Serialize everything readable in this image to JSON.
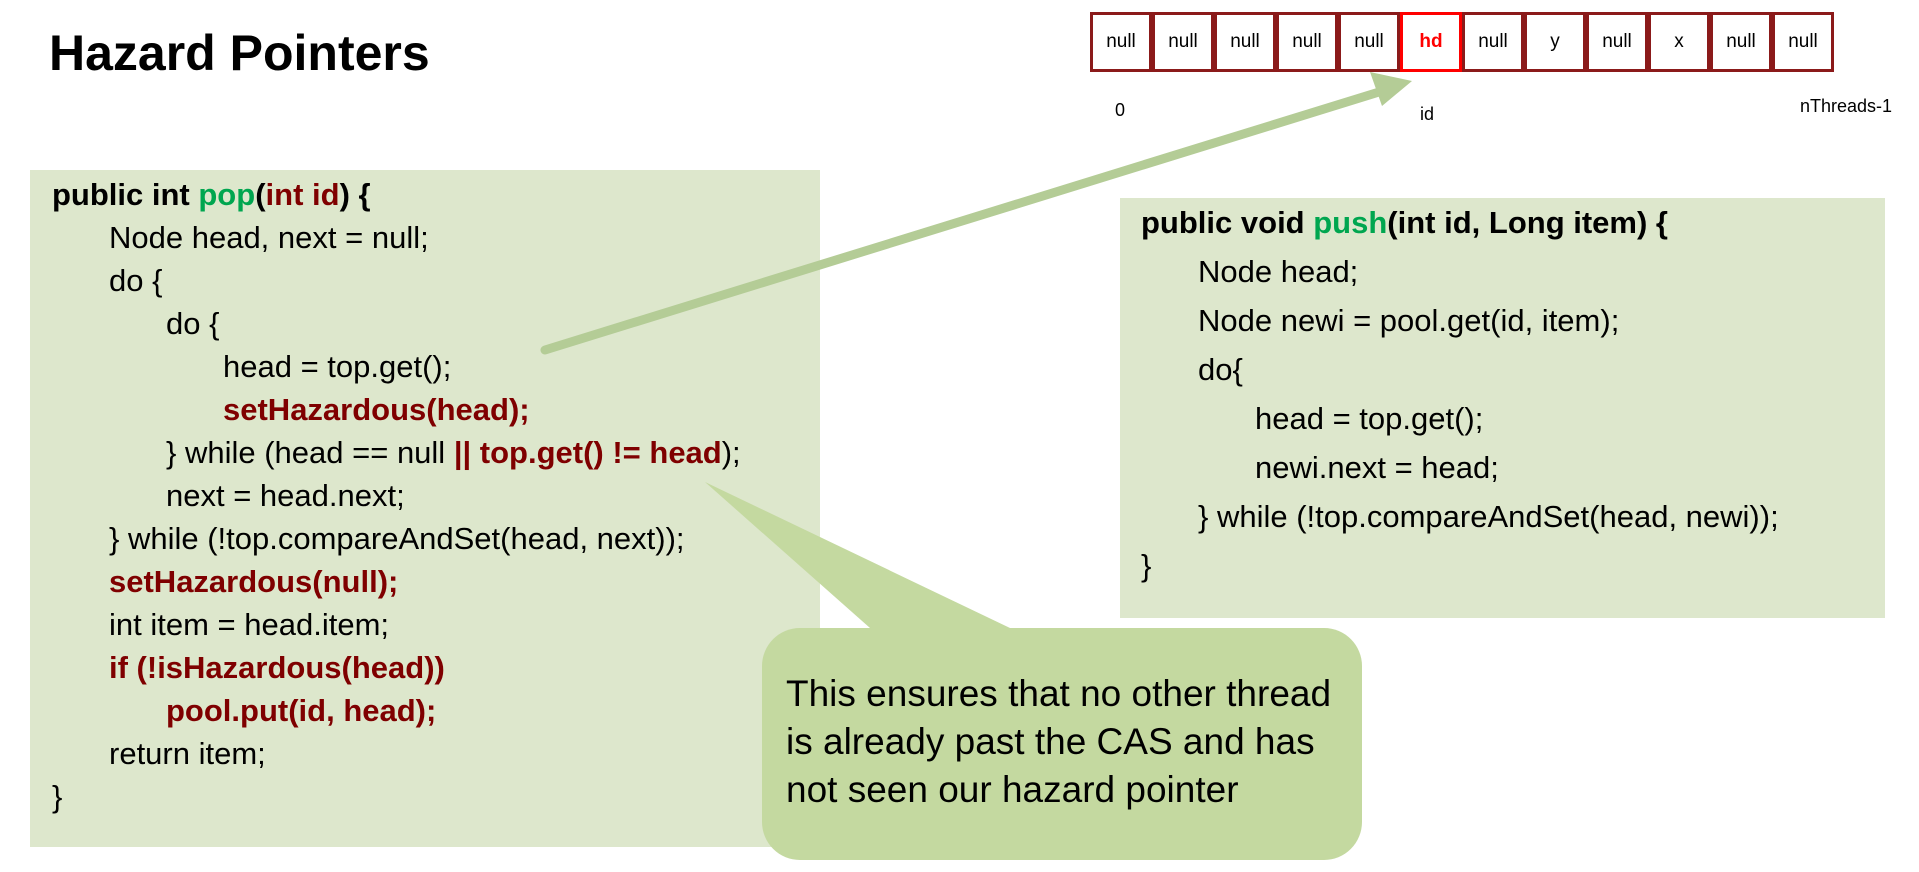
{
  "title": "Hazard Pointers",
  "hazard_array": {
    "cells": [
      "null",
      "null",
      "null",
      "null",
      "null",
      "hd",
      "null",
      "y",
      "null",
      "x",
      "null",
      "null"
    ],
    "highlighted_index": 5,
    "labels": {
      "first": "0",
      "middle": "id",
      "last": "nThreads-1"
    },
    "colors": {
      "border": "#8b1a1a",
      "highlight": "#ff0000"
    }
  },
  "pop_code": {
    "line1": {
      "a": "public int ",
      "b": "pop",
      "c": "(",
      "d": "int id",
      "e": ") {"
    },
    "line2": "Node head, next = null;",
    "line3": "do {",
    "line4": "do {",
    "line5": "head = top.get();",
    "line6": "setHazardous(head);",
    "line7": {
      "a": "} while (head == null ",
      "b": "|| top.get() != head",
      "c": ");"
    },
    "line8": "next = head.next;",
    "line9": "} while (!top.compareAndSet(head, next));",
    "line10": "setHazardous(null);",
    "line11": "int item = head.item;",
    "line12": "if (!isHazardous(head))",
    "line13": "pool.put(id, head);",
    "line14": "return item;",
    "line15": "}"
  },
  "push_code": {
    "line1": {
      "a": "public void ",
      "b": "push",
      "c": "(int id, Long item) {"
    },
    "line2": "Node head;",
    "line3": "Node newi = pool.get(id, item);",
    "line4": "do{",
    "line5": "head = top.get();",
    "line6": "newi.next = head;",
    "line7": "} while (!top.compareAndSet(head, newi));",
    "line8": "}"
  },
  "callout": {
    "text": "This ensures that no other thread is already past the CAS and has not seen our hazard pointer"
  },
  "colors": {
    "code_background": "#dde7cc",
    "method_name": "#00a64f",
    "emphasis": "#7f0000",
    "callout": "#c4d9a0",
    "arrow": "#b4cc96"
  }
}
